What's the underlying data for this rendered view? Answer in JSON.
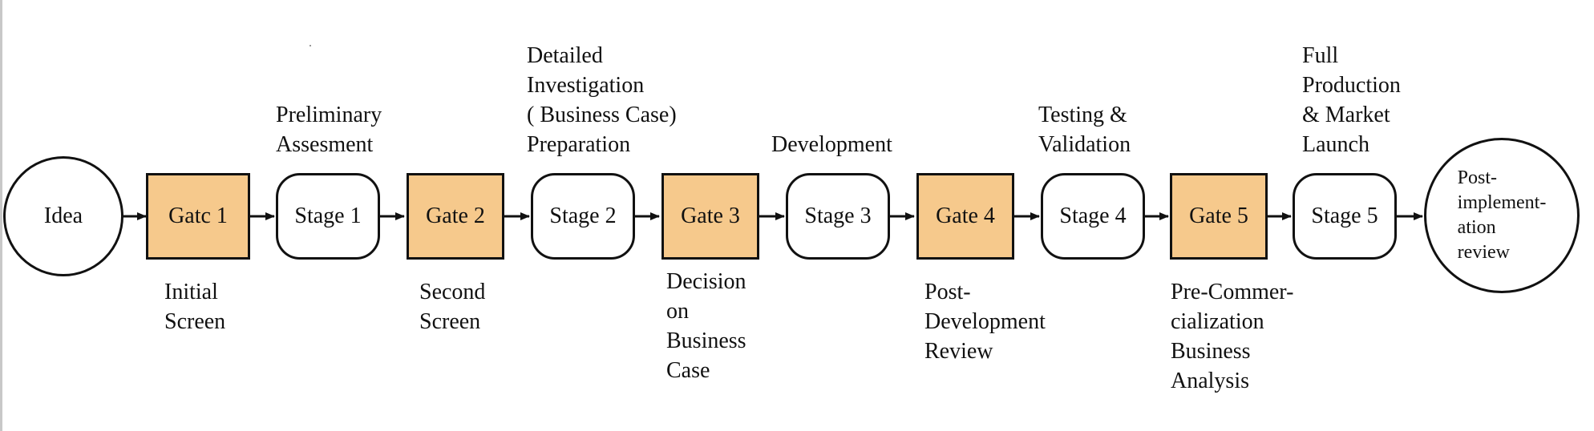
{
  "start": {
    "label": "Idea"
  },
  "gates": [
    {
      "label": "Gatc 1",
      "description": "Initial\nScreen"
    },
    {
      "label": "Gate 2",
      "description": "Second\nScreen"
    },
    {
      "label": "Gate 3",
      "description": "Decision\non\nBusiness\nCase"
    },
    {
      "label": "Gate 4",
      "description": "Post-\nDevelopment\nReview"
    },
    {
      "label": "Gate 5",
      "description": "Pre-Commer-\ncialization\nBusiness\nAnalysis"
    }
  ],
  "stages": [
    {
      "label": "Stage 1",
      "description": "Preliminary\nAssesment"
    },
    {
      "label": "Stage 2",
      "description": "Detailed\nInvestigation\n( Business Case)\nPreparation"
    },
    {
      "label": "Stage 3",
      "description": "Development"
    },
    {
      "label": "Stage 4",
      "description": "Testing &\nValidation"
    },
    {
      "label": "Stage 5",
      "description": "Full\nProduction\n& Market\nLaunch"
    }
  ],
  "end": {
    "label": "Post-\nimplement-\nation\nreview"
  },
  "colors": {
    "gate_fill": "#f6c98c",
    "outline": "#111111",
    "background": "#ffffff"
  }
}
